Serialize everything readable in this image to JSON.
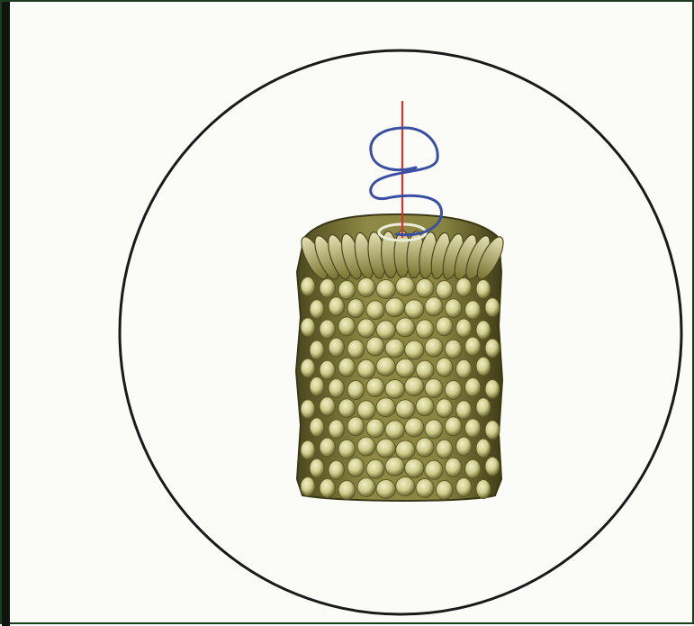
{
  "figure": {
    "subject": "",
    "colors": {
      "background": "#fbfcf8",
      "border": "#1d3b1d",
      "circle_outline": "#1a1a1a",
      "cylinder_body": "#9c9a57",
      "bead_fill": "#dcdaa4",
      "bead_shadow": "#5b5727",
      "red_axis": "#d8322e",
      "blue_helix": "#3a4fa3"
    },
    "icons": [
      "circle-outline",
      "bead-cylinder",
      "red-axis-line",
      "blue-helix-strand"
    ]
  }
}
